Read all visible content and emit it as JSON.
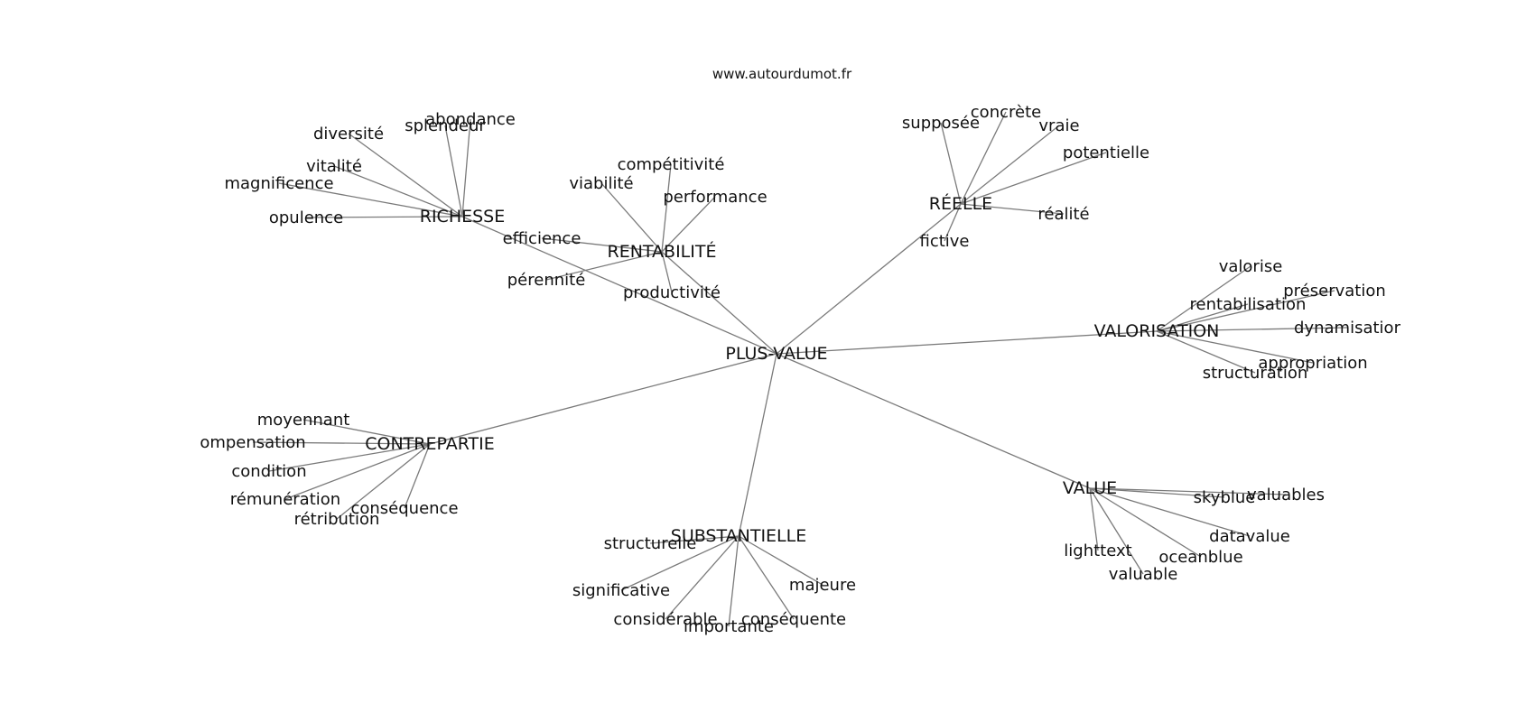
{
  "site": "www.autourdumot.fr",
  "center": "PLUS-VALUE",
  "colors": {
    "edge": "#7a7a7a",
    "text": "#111111",
    "background": "#ffffff"
  },
  "hubs": [
    {
      "label": "RICHESSE",
      "words": [
        "abondance",
        "splendeur",
        "diversité",
        "vitalité",
        "magnificence",
        "opulence"
      ]
    },
    {
      "label": "RENTABILITÉ",
      "words": [
        "compétitivité",
        "viabilité",
        "performance",
        "efficience",
        "pérennité",
        "productivité"
      ]
    },
    {
      "label": "RÉELLE",
      "words": [
        "supposée",
        "concrète",
        "vraie",
        "potentielle",
        "réalité",
        "fictive"
      ]
    },
    {
      "label": "VALORISATION",
      "words": [
        "valorise",
        "préservation",
        "rentabilisation",
        "dynamisatior",
        "appropriation",
        "structuration"
      ]
    },
    {
      "label": "CONTREPARTIE",
      "words": [
        "moyennant",
        "ompensation",
        "condition",
        "rémunération",
        "conséquence",
        "rétribution"
      ]
    },
    {
      "label": "SUBSTANTIELLE",
      "words": [
        "structurelle",
        "significative",
        "majeure",
        "considérable",
        "importante",
        "conséquente"
      ]
    },
    {
      "label": "VALUE",
      "words": [
        "skyblue",
        "valuables",
        "datavalue",
        "lighttext",
        "oceanblue",
        "valuable"
      ]
    }
  ]
}
